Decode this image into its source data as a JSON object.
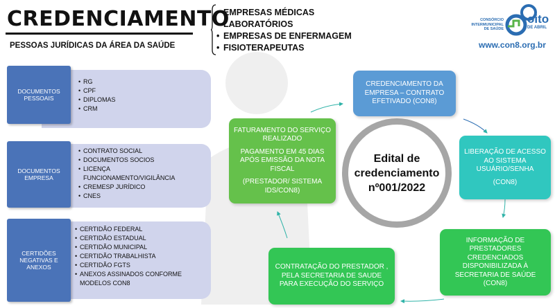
{
  "header": {
    "title": "CREDENCIAMENTO",
    "subtitle": "PESSOAS JURÍDICAS DA ÁREA DA SAÚDE",
    "types": [
      "EMPRESAS MÉDICAS",
      "LABORATÓRIOS",
      "EMPRESAS DE ENFERMAGEM",
      "FISIOTERAPEUTAS"
    ]
  },
  "logo": {
    "org_line1": "CONSÓRCIO",
    "org_line2": "INTERMUNICIPAL",
    "org_line3": "DE SAÚDE",
    "brand": "oito",
    "brand_sub": "DE ABRIL",
    "website": "www.con8.org.br"
  },
  "sections": [
    {
      "label": "DOCUMENTOS PESSOAIS",
      "items": [
        "RG",
        "CPF",
        "DIPLOMAS",
        "CRM"
      ]
    },
    {
      "label": "DOCUMENTOS EMPRESA",
      "items": [
        "CONTRATO SOCIAL",
        "DOCUMENTOS SOCIOS",
        "LICENÇA FUNCIONAMENTO/VIGILÂNCIA",
        "CREMESP JURÍDICO",
        "CNES"
      ]
    },
    {
      "label": "CERTIDÕES NEGATIVAS E ANEXOS",
      "items": [
        "CERTIDÃO FEDERAL",
        "CERTIDÃO ESTADUAL",
        "CERTIDÃO MUNICIPAL",
        "CERTIDÃO TRABALHISTA",
        "CERTIDÃO FGTS",
        "ANEXOS ASSINADOS CONFORME MODELOS CON8"
      ]
    }
  ],
  "center": {
    "line1": "Edital de",
    "line2": "credenciamento",
    "line3": "nº001/2022"
  },
  "steps": {
    "credenciamento": "CREDENCIAMENTO DA EMPRESA – CONTRATO EFETIVADO (CON8)",
    "liberacao_1": "LIBERAÇÃO DE ACESSO AO SISTEMA USUÁRIO/SENHA",
    "liberacao_2": "(CON8)",
    "informacao": "INFORMAÇÃO DE PRESTADORES CREDENCIADOS DISPONIBILIZADA À SECRETARIA DE SAÚDE (CON8)",
    "contratacao": "CONTRATAÇÃO DO PRESTADOR , PELA SECRETARIA DE SAUDE PARA EXECUÇÃO DO SERVIÇO",
    "faturamento_1": "FATURAMENTO DO SERVIÇO REALIZADO",
    "faturamento_2": "PAGAMENTO EM 45 DIAS APÓS EMISSÃO DA NOTA FISCAL",
    "faturamento_3": "(PRESTADOR/ SISTEMA IDS/CON8)"
  },
  "colors": {
    "section_label": "#4a73b8",
    "section_panel": "#d0d4ec",
    "step_blue": "#5b9bd5",
    "step_teal": "#30c7bf",
    "step_green": "#33c655",
    "logo_blue": "#2b6db2",
    "ring": "#a6a6a6"
  }
}
